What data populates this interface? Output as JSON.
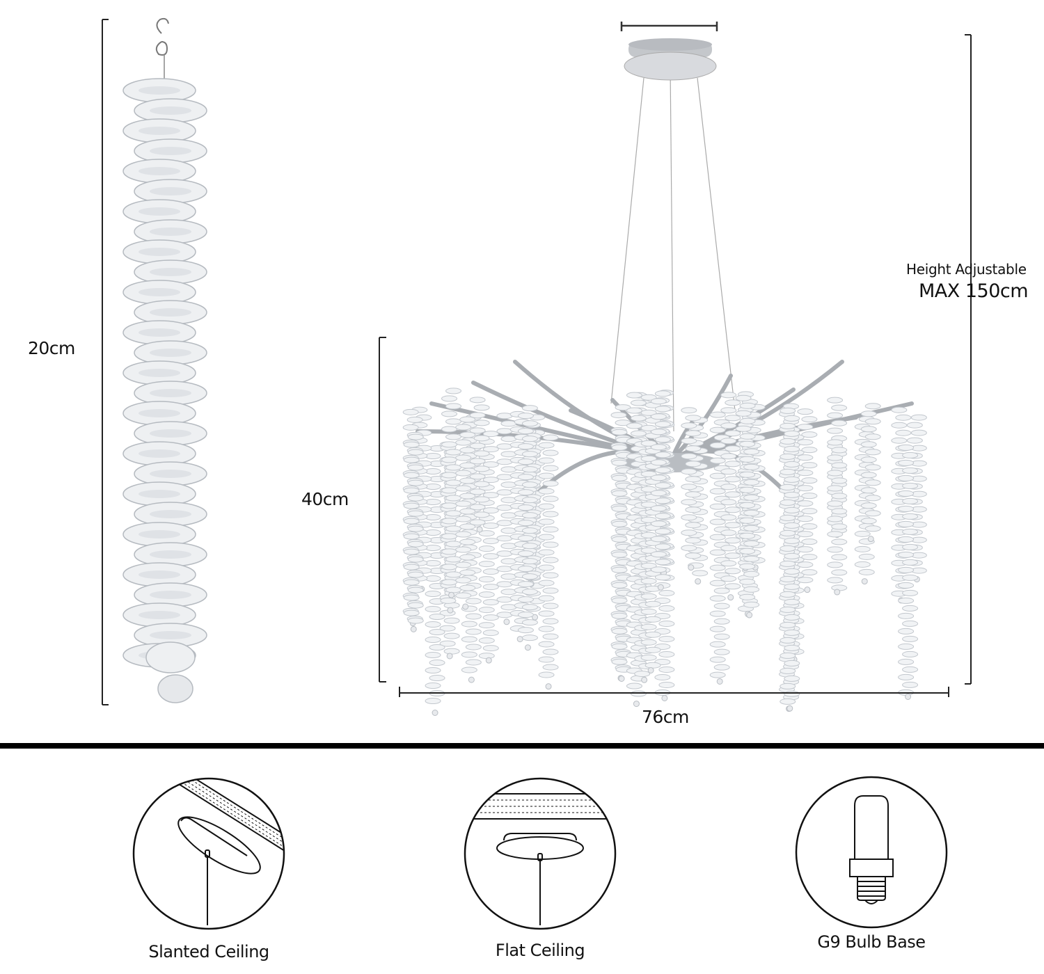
{
  "dimensions": {
    "strand_length": "20cm",
    "fixture_height": "40cm",
    "fixture_width": "76cm",
    "height_adjustable_label": "Height Adjustable",
    "max_height": "MAX 150cm"
  },
  "installation_icons": [
    {
      "icon": "slanted-ceiling-icon",
      "label": "Slanted Ceiling"
    },
    {
      "icon": "flat-ceiling-icon",
      "label": "Flat Ceiling"
    },
    {
      "icon": "g9-bulb-icon",
      "label": "G9 Bulb Base"
    }
  ],
  "colors": {
    "line": "#111111",
    "crystal": "#c9ced3",
    "metal": "#a9adb2"
  }
}
